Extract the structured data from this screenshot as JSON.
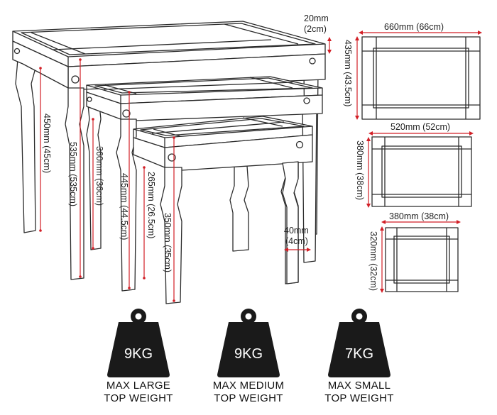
{
  "dimensions": {
    "large_width": "660mm (66cm)",
    "large_depth": "435mm (43.5cm)",
    "top_thickness_mm": "20mm",
    "top_thickness_cm": "(2cm)",
    "large_leg_clearance": "450mm (45cm)",
    "large_height": "535mm (535cm)",
    "medium_leg_clearance": "360mm (36cm)",
    "medium_height": "445mm (44.5cm)",
    "small_leg_clearance": "265mm (26.5cm)",
    "small_height": "350mm (35cm)",
    "leg_width_mm": "40mm",
    "leg_width_cm": "(4cm)",
    "medium_width": "520mm (52cm)",
    "medium_depth": "380mm (38cm)",
    "small_width": "380mm (38cm)",
    "small_depth": "320mm (32cm)"
  },
  "weights": [
    {
      "value": "9KG",
      "line1": "MAX LARGE",
      "line2": "TOP WEIGHT"
    },
    {
      "value": "9KG",
      "line1": "MAX MEDIUM",
      "line2": "TOP WEIGHT"
    },
    {
      "value": "7KG",
      "line1": "MAX SMALL",
      "line2": "TOP WEIGHT"
    }
  ],
  "colors": {
    "line": "#2b2b2b",
    "dimension": "#d21f26",
    "weight_icon": "#1a1a1a"
  }
}
